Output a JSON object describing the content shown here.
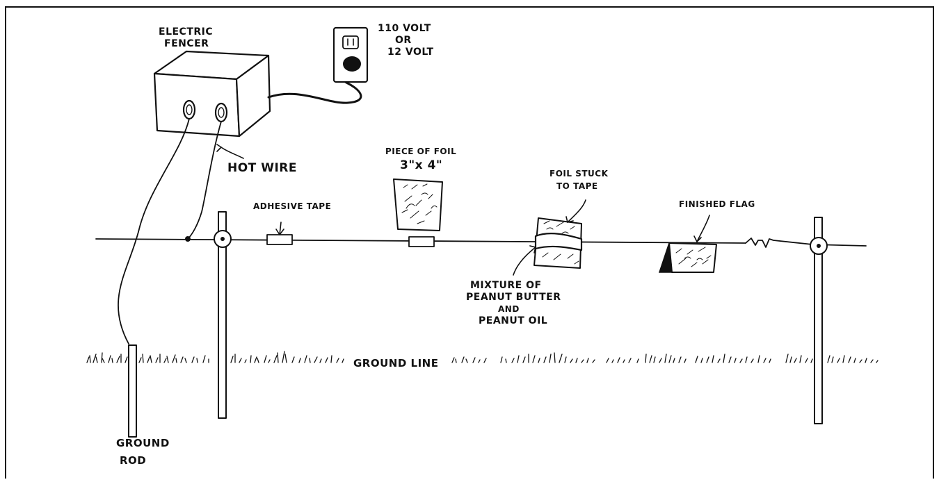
{
  "labels": {
    "fencer_line1": "ELECTRIC",
    "fencer_line2": "FENCER",
    "voltage_line1": "110 VOLT",
    "voltage_line2": "OR",
    "voltage_line3": "12 VOLT",
    "hot_wire": "HOT WIRE",
    "adhesive_tape": "ADHESIVE TAPE",
    "foil_line1": "PIECE OF FOIL",
    "foil_line2": "3\"x 4\"",
    "foil_stuck_line1": "FOIL STUCK",
    "foil_stuck_line2": "TO TAPE",
    "finished_flag": "FINISHED FLAG",
    "mixture_line1": "MIXTURE OF",
    "mixture_line2": "PEANUT BUTTER",
    "mixture_line3": "AND",
    "mixture_line4": "PEANUT OIL",
    "ground_line": "GROUND LINE",
    "ground_rod_line1": "GROUND",
    "ground_rod_line2": "ROD"
  }
}
